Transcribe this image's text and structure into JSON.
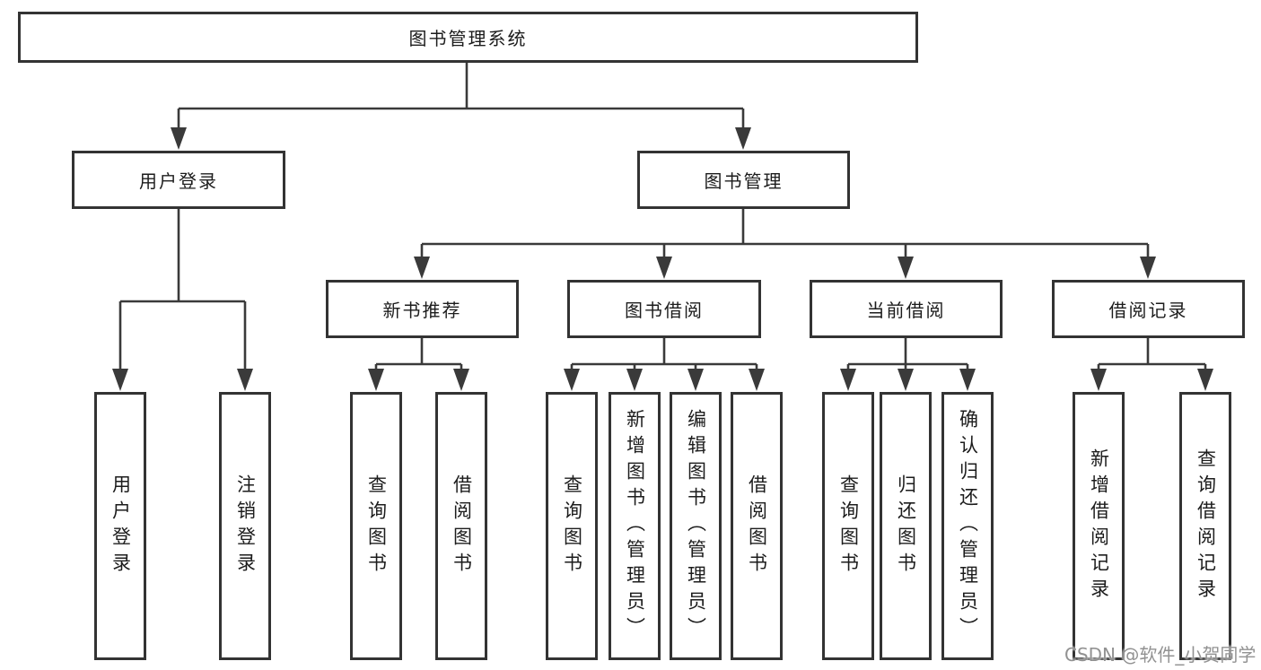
{
  "diagram": {
    "root": {
      "label": "图书管理系统"
    },
    "level2": [
      {
        "label": "用户登录"
      },
      {
        "label": "图书管理"
      }
    ],
    "level3": [
      {
        "label": "新书推荐",
        "parent": "图书管理"
      },
      {
        "label": "图书借阅",
        "parent": "图书管理"
      },
      {
        "label": "当前借阅",
        "parent": "图书管理"
      },
      {
        "label": "借阅记录",
        "parent": "图书管理"
      }
    ],
    "leaves": [
      {
        "label": "用户登录",
        "parent": "用户登录"
      },
      {
        "label": "注销登录",
        "parent": "用户登录"
      },
      {
        "label": "查询图书",
        "parent": "新书推荐"
      },
      {
        "label": "借阅图书",
        "parent": "新书推荐"
      },
      {
        "label": "查询图书",
        "parent": "图书借阅"
      },
      {
        "label": "新增图书（管理员）",
        "parent": "图书借阅"
      },
      {
        "label": "编辑图书（管理员）",
        "parent": "图书借阅"
      },
      {
        "label": "借阅图书",
        "parent": "图书借阅"
      },
      {
        "label": "查询图书",
        "parent": "当前借阅"
      },
      {
        "label": "归还图书",
        "parent": "当前借阅"
      },
      {
        "label": "确认归还（管理员）",
        "parent": "当前借阅"
      },
      {
        "label": "新增借阅记录",
        "parent": "借阅记录"
      },
      {
        "label": "查询借阅记录",
        "parent": "借阅记录"
      }
    ]
  },
  "watermark": {
    "text": "CSDN @软件_小贺同学"
  },
  "colors": {
    "background": "#ffffff",
    "line": "#3a3a3a",
    "box_border": "#333333",
    "text": "#1c1c1c",
    "watermark": "#929292"
  }
}
